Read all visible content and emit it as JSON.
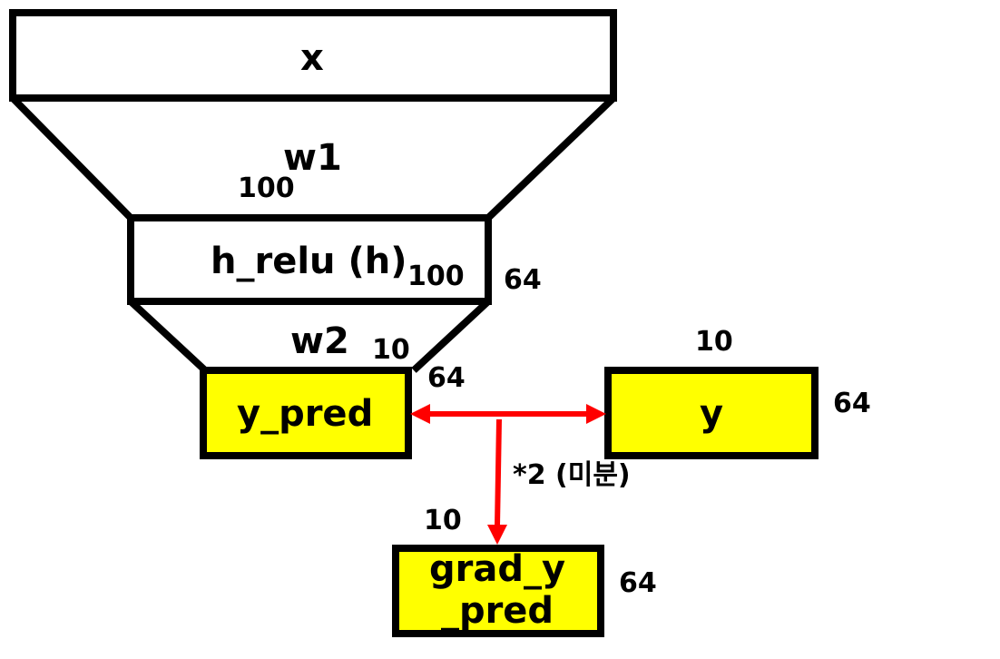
{
  "layers": {
    "x": {
      "label": "x"
    },
    "w1": {
      "label": "w1",
      "dim": "100"
    },
    "h": {
      "label": "h_relu (h)",
      "dim_right": "100",
      "dim_side": "64"
    },
    "w2": {
      "label": "w2",
      "dim": "10"
    },
    "y_pred": {
      "label": "y_pred",
      "dim_side": "64"
    },
    "y": {
      "label": "y",
      "dim_top": "10",
      "dim_side": "64"
    },
    "grad_y_pred": {
      "label": "grad_y\n_pred",
      "dim_top": "10",
      "dim_side": "64"
    }
  },
  "edges": {
    "derivative_label": "*2 (미분)"
  },
  "colors": {
    "highlight_fill": "#ffff00",
    "arrow": "#ff0000",
    "outline": "#000000"
  }
}
